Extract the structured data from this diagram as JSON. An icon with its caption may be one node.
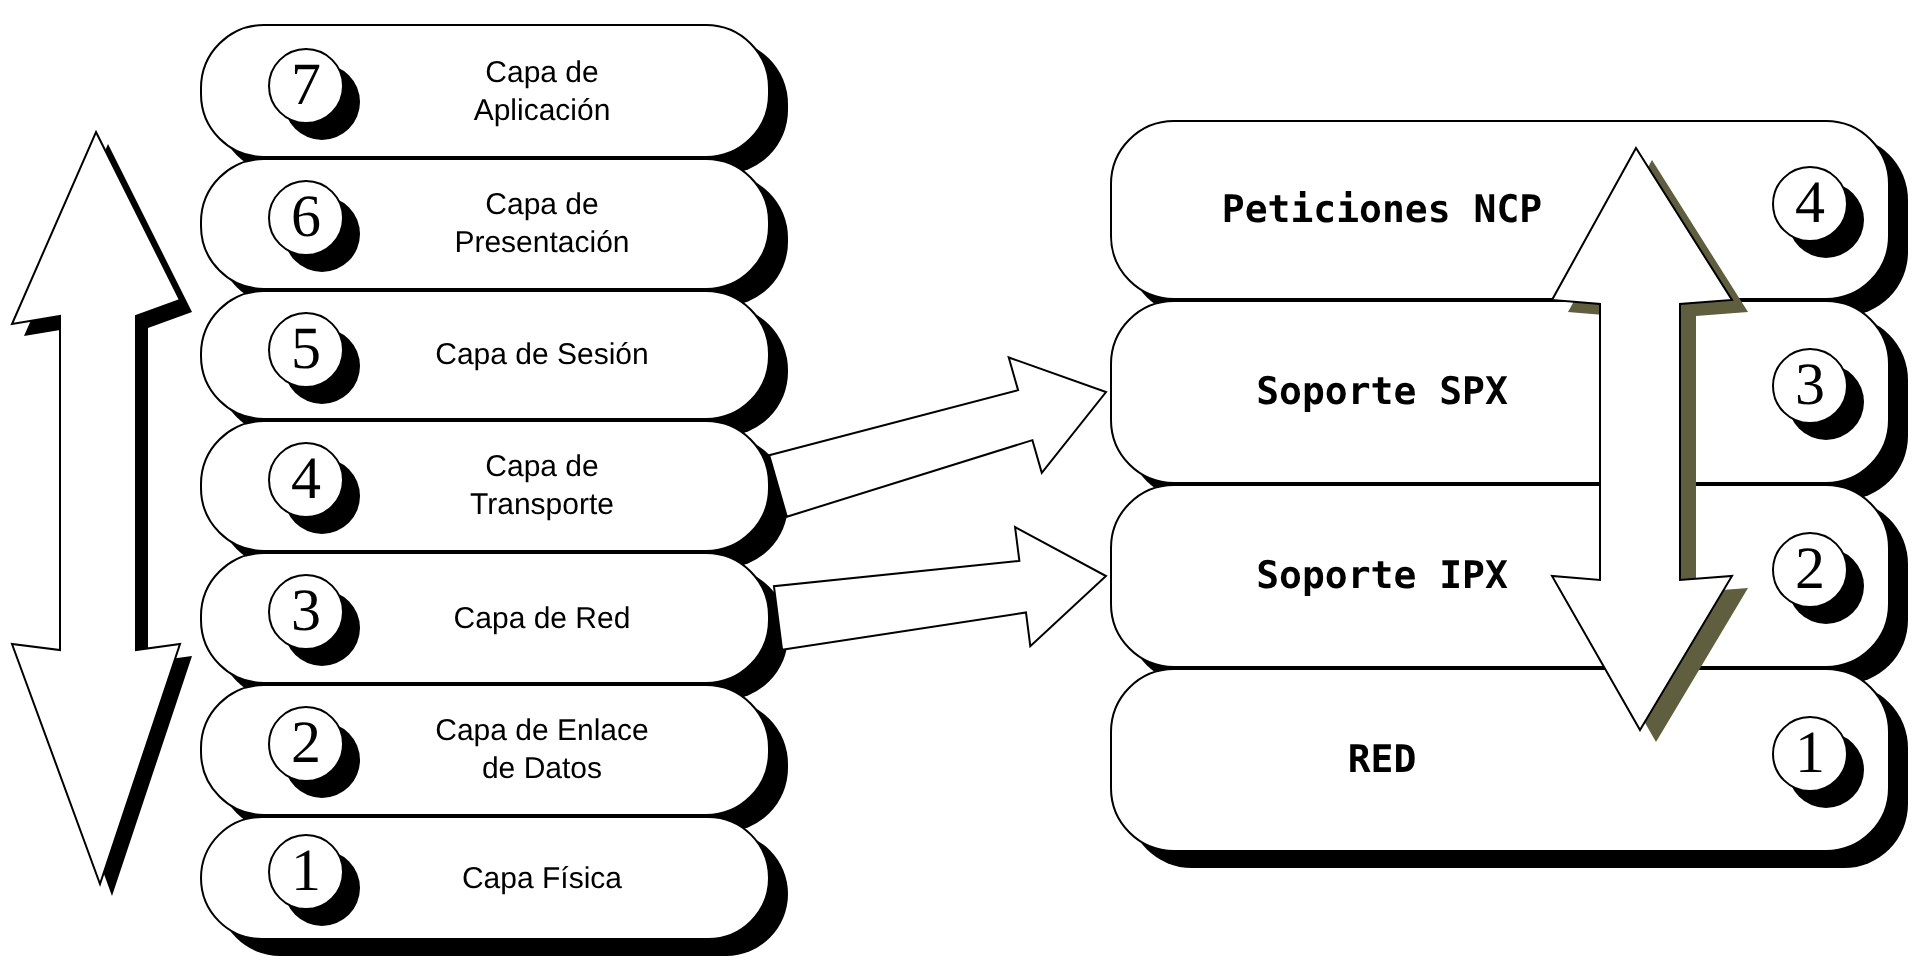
{
  "diagram": {
    "nodes": [
      {
        "text": [
          "Capa de Aplicación"
        ]
      },
      {
        "text": [
          "7"
        ],
        "in": 0
      },
      {
        "text": [
          "Capa de Presentación"
        ]
      },
      {
        "text": [
          "6"
        ],
        "in": 2
      },
      {
        "text": [
          "Capa de Sesión"
        ]
      },
      {
        "text": [
          "5"
        ],
        "in": 4
      },
      {
        "text": [
          "Capa de Transporte"
        ]
      },
      {
        "text": [
          "4"
        ],
        "in": 6
      },
      {
        "text": [
          "Capa de Red"
        ]
      },
      {
        "text": [
          "3"
        ],
        "in": 8
      },
      {
        "text": [
          "Capa de Enlace de Datos"
        ]
      },
      {
        "text": [
          "2"
        ],
        "in": 10
      },
      {
        "text": [
          "Capa Física"
        ]
      },
      {
        "text": [
          "1"
        ],
        "in": 12
      },
      {
        "text": [
          "Peticiones NCP"
        ]
      },
      {
        "text": [
          "4"
        ],
        "in": 14
      },
      {
        "text": [
          "Soporte SPX"
        ]
      },
      {
        "text": [
          "3"
        ],
        "in": 16
      },
      {
        "text": [
          "Soporte IPX"
        ]
      },
      {
        "text": [
          "2"
        ],
        "in": 18
      },
      {
        "text": [
          "RED"
        ]
      },
      {
        "text": [
          "1"
        ],
        "in": 20
      }
    ],
    "edges": [
      {
        "from": 6,
        "to": 16,
        "arrow": "to"
      },
      {
        "from": 8,
        "to": 18,
        "arrow": "to"
      }
    ]
  }
}
